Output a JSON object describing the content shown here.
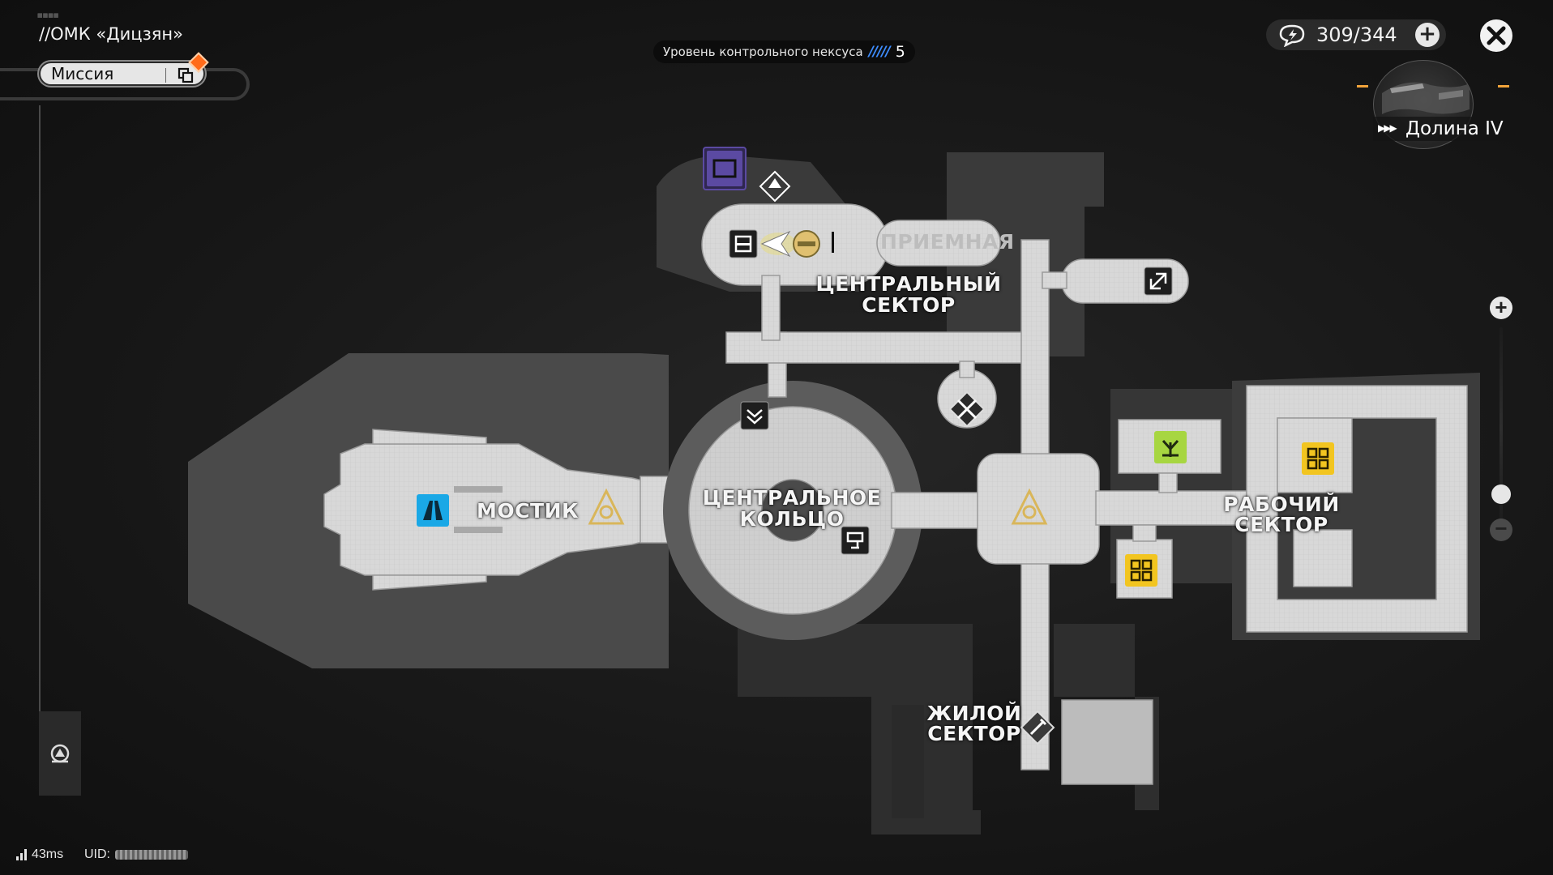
{
  "header": {
    "zone_title": "//ОМК «Дицзян»",
    "mission_label": "Миссия"
  },
  "nexus": {
    "label": "Уровень контрольного нексуса",
    "level": "5"
  },
  "energy": {
    "value": "309/344"
  },
  "minimap": {
    "region_name": "Долина IV"
  },
  "map": {
    "labels": {
      "reception": "ПРИЕМНАЯ",
      "central_sector_1": "ЦЕНТРАЛЬНЫЙ",
      "central_sector_2": "СЕКТОР",
      "bridge": "МОСТИК",
      "central_ring_1": "ЦЕНТРАЛЬНОЕ",
      "central_ring_2": "КОЛЬЦО",
      "work_sector": "РАБОЧИЙ СЕКТОР",
      "living_sector": "ЖИЛОЙ СЕКТОР"
    },
    "poi_icons": [
      "bed-icon",
      "beacon-icon",
      "terminal-icon",
      "player-arrow-icon",
      "vendor-icon",
      "door-icon",
      "crossed-blades-icon",
      "down-chevron-badge-icon",
      "teleport-icon",
      "teleport-icon",
      "path-icon",
      "podium-icon",
      "plant-icon",
      "puzzle-icon",
      "puzzle-icon",
      "wrench-icon"
    ]
  },
  "status": {
    "ping": "43ms",
    "uid_label": "UID:"
  },
  "colors": {
    "accent_orange": "#ff6b1a",
    "nexus_blue": "#3e8dff",
    "poi_blue": "#1aa8e6",
    "poi_yellow": "#f2c520",
    "poi_green": "#a7d641",
    "poi_purple": "#5b4aa2"
  }
}
